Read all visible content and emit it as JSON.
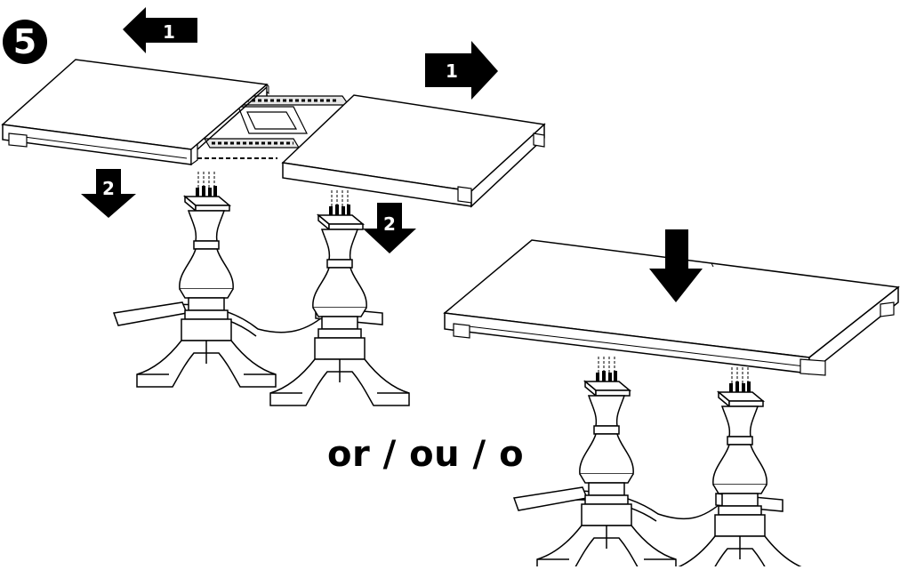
{
  "step_number": "5",
  "alternative_label": "or / ou / o",
  "arrows": {
    "pull_left": "1",
    "pull_right": "1",
    "lower_left": "2",
    "lower_right": "2"
  },
  "colors": {
    "ink": "#000000",
    "paper": "#ffffff",
    "rail_gray": "#e6e6e6"
  },
  "icons": [
    "step-badge",
    "direction-arrow",
    "down-arrow"
  ]
}
